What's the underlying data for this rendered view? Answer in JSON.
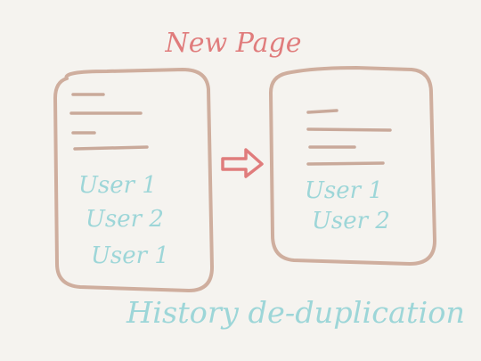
{
  "title": "New Page",
  "caption": "History de-duplication",
  "left_page": {
    "users": [
      "User 1",
      "User 2",
      "User 1"
    ]
  },
  "right_page": {
    "users": [
      "User 1",
      "User 2"
    ]
  },
  "colors": {
    "background": "#f5f3ef",
    "page_outline": "#cfae9e",
    "text_lines": "#c9a99a",
    "user_text": "#9dd6d8",
    "title": "#e07c7c",
    "arrow": "#e07c7c",
    "caption": "#9dd6d8"
  },
  "icons": {
    "arrow": "right-arrow-icon"
  }
}
